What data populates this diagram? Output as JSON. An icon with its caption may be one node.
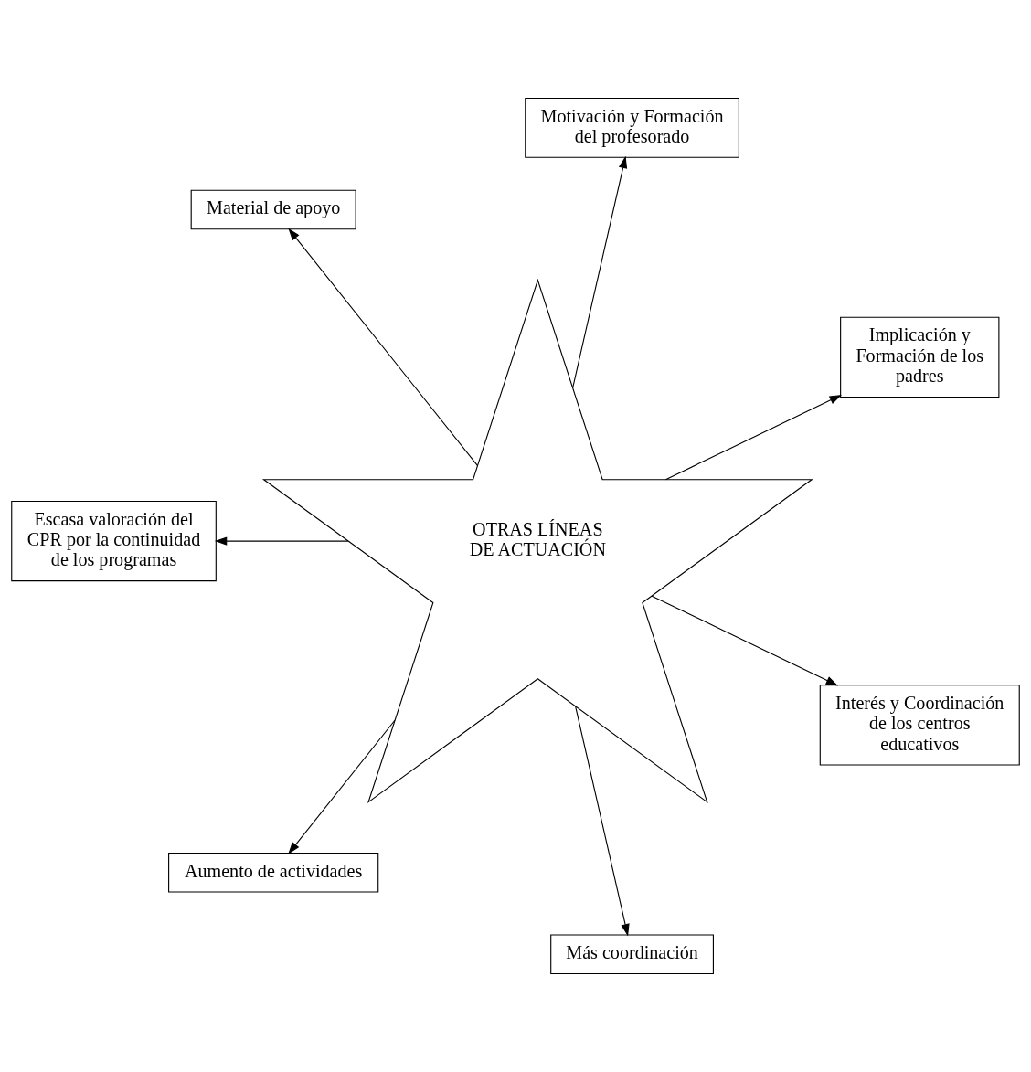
{
  "diagram": {
    "nodes": [
      {
        "text": [
          "Implicación y Formación de los padres"
        ]
      },
      {
        "text": [
          "Motivación y Formación del profesorado"
        ]
      },
      {
        "text": [
          "Material de apoyo"
        ]
      },
      {
        "text": [
          "Escasa valoración del CPR por la continuidad de los programas"
        ]
      },
      {
        "text": [
          "OTRAS LÍNEAS DE ACTUACIÓN"
        ]
      },
      {
        "text": [
          "Aumento de actividades"
        ]
      },
      {
        "text": [
          "Más coordinación"
        ]
      },
      {
        "text": [
          "Interés y Coordinación de los centros educativos"
        ]
      }
    ],
    "edges": [
      {
        "from": 4,
        "to": 0,
        "arrow": "to"
      },
      {
        "from": 4,
        "to": 1,
        "arrow": "to"
      },
      {
        "from": 4,
        "to": 2,
        "arrow": "to"
      },
      {
        "from": 4,
        "to": 3,
        "arrow": "to"
      },
      {
        "from": 4,
        "to": 5,
        "arrow": "to"
      },
      {
        "from": 4,
        "to": 6,
        "arrow": "to"
      },
      {
        "from": 4,
        "to": 7,
        "arrow": "to"
      }
    ]
  }
}
